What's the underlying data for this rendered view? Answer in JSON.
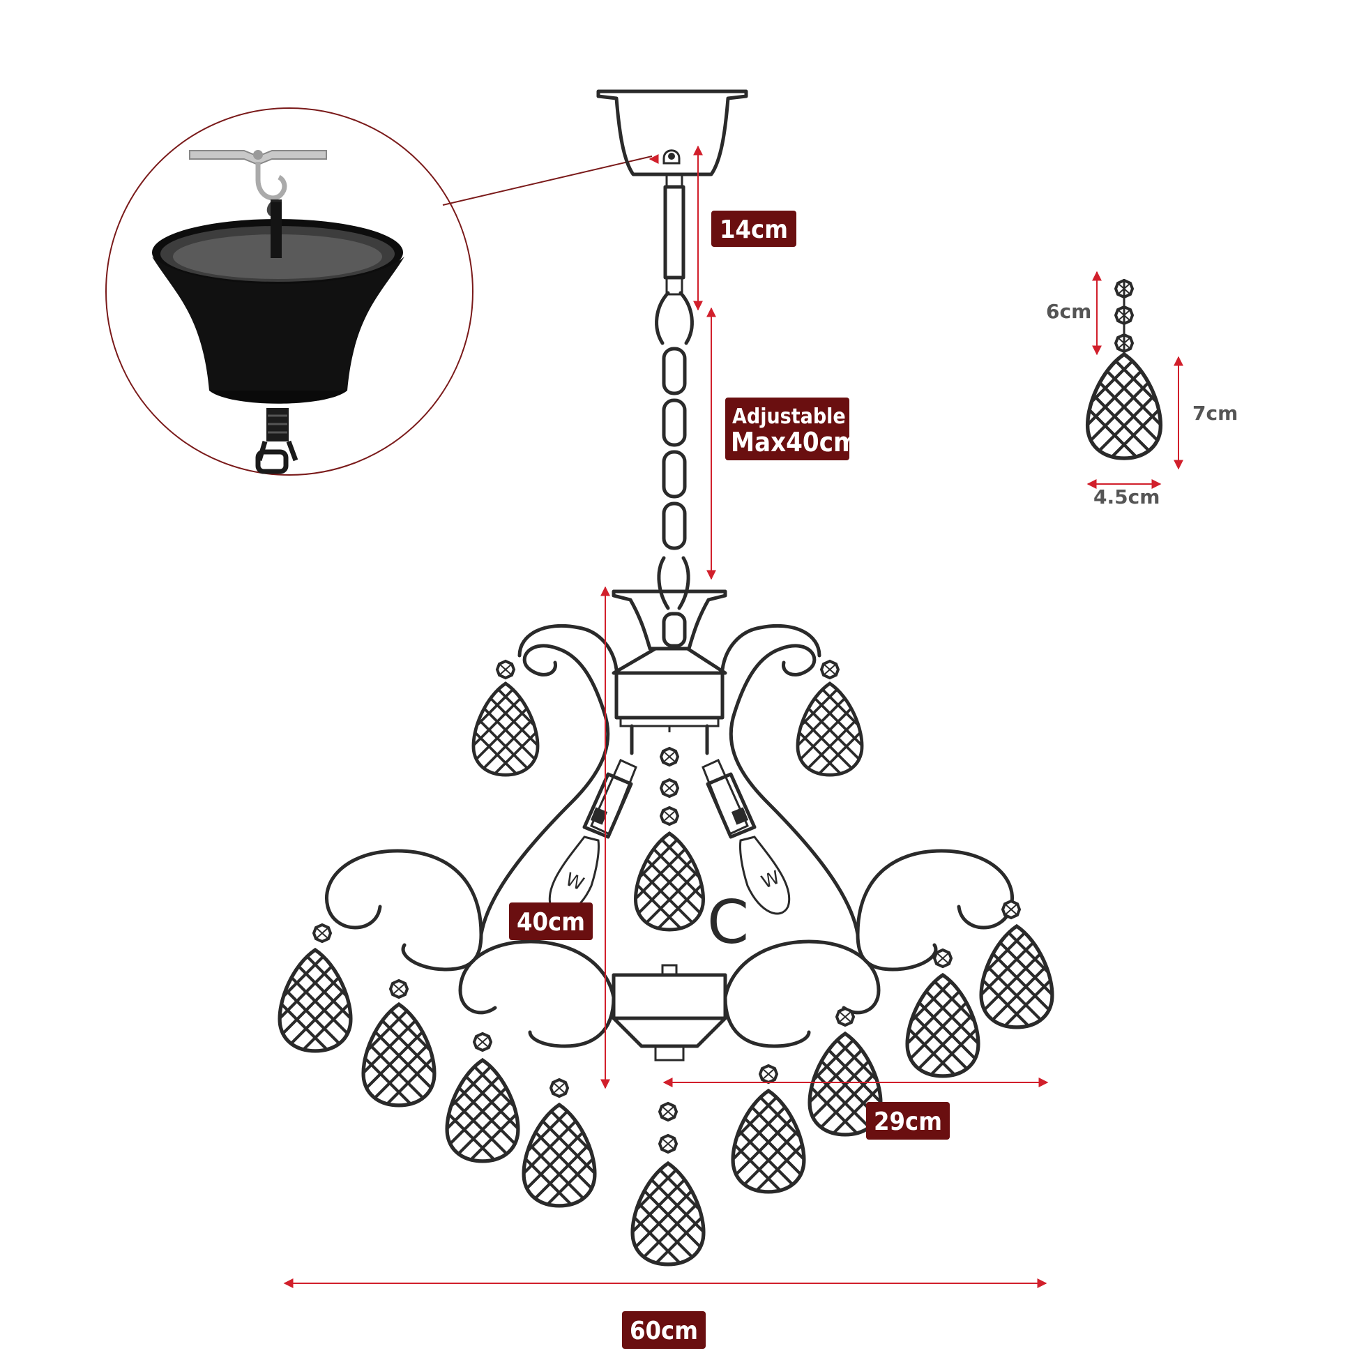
{
  "labels": {
    "rod_length": "14cm",
    "chain_length_line1": "Adjustable",
    "chain_length_line2": "Max40cm",
    "body_height": "40cm",
    "body_radius": "29cm",
    "total_width": "60cm"
  },
  "crystal_detail": {
    "chain_length": "6cm",
    "drop_height": "7cm",
    "drop_width": "4.5cm"
  },
  "diagram_glyphs": {
    "bulb_left_mark": "W",
    "bulb_right_mark": "W",
    "body_letter": "C"
  },
  "colors": {
    "label_background": "#6a0f10",
    "dimension_line": "#d11f2b",
    "ink": "#2a2a2a",
    "canopy_photo": "#111111"
  },
  "icons": [
    "ceiling-hook-icon",
    "ceiling-canopy-icon",
    "crystal-drop-icon",
    "candle-bulb-icon"
  ]
}
